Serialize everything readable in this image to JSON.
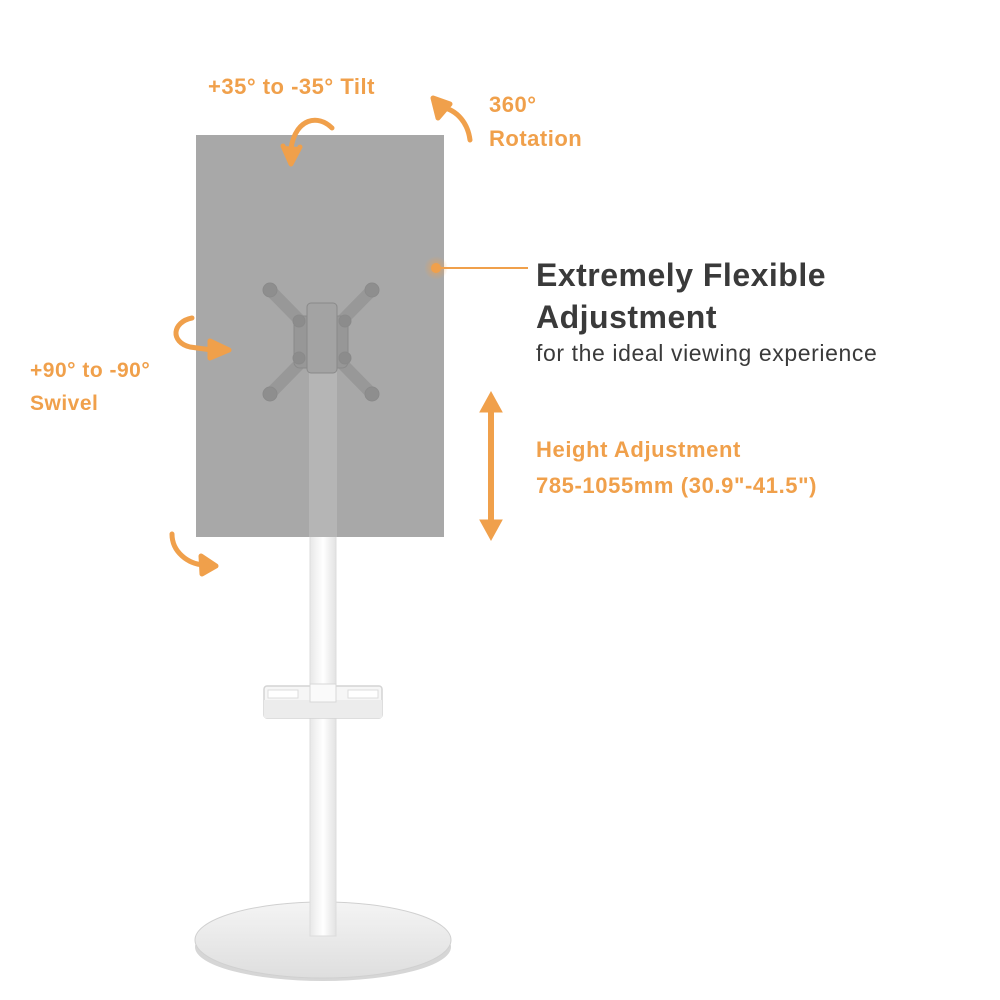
{
  "tilt": {
    "label": "+35° to -35° Tilt"
  },
  "rotation": {
    "line1": "360°",
    "line2": "Rotation"
  },
  "swivel": {
    "line1": "+90° to -90°",
    "line2": "Swivel"
  },
  "feature": {
    "title_line1": "Extremely Flexible",
    "title_line2": "Adjustment",
    "subtitle": "for the ideal viewing experience"
  },
  "height": {
    "title": "Height Adjustment",
    "range": "785-1055mm (30.9\"-41.5\")"
  },
  "colors": {
    "accent": "#F0A04B",
    "screen": "#a8a8a8",
    "stand": "#ffffff",
    "text_dark": "#3a3a3a"
  }
}
